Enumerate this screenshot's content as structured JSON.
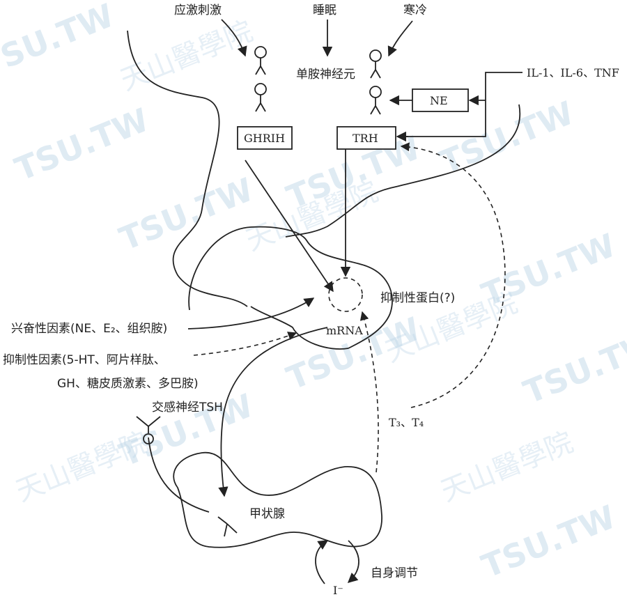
{
  "labels": {
    "stress": "应激刺激",
    "sleep": "睡眠",
    "cold": "寒冷",
    "monoamine": "单胺神经元",
    "cytokines": "IL-1、IL-6、TNF",
    "ne": "NE",
    "ghrih": "GHRIH",
    "trh": "TRH",
    "mrna": "mRNA",
    "inhibitory_protein": "抑制性蛋白(?)",
    "excitatory_factors": "兴奋性因素(NE、E₂、组织胺)",
    "inhibitory_factors_1": "抑制性因素(5-HT、阿片样肽、",
    "inhibitory_factors_2": "GH、糖皮质激素、多巴胺)",
    "sympathetic_tsh": "交感神经TSH",
    "t3_t4": "T₃、T₄",
    "thyroid": "甲状腺",
    "iodide": "I⁻",
    "autoregulation": "自身调节"
  },
  "watermark": {
    "text": "TSU.TW",
    "chinese": "天山醫學院",
    "color": "#b9d3e6"
  }
}
